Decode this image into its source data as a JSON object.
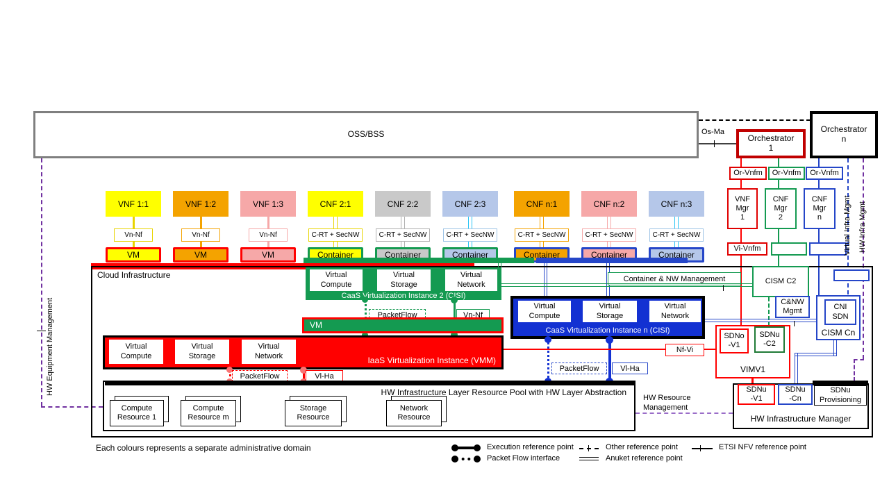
{
  "colors": {
    "red": "#FF0000",
    "dark_red": "#C00000",
    "soft_red_dot": "#F87474",
    "green": "#149A51",
    "blue": "#2546C8",
    "blue_fill": "#1331D2",
    "purple": "#7030A0",
    "gray_border": "#7F7F7F",
    "yellow": "#FFFF00",
    "orange": "#F4A300",
    "pink": "#F6A8A8",
    "gray": "#C9C9C9",
    "light_blue": "#B5C7E9",
    "cyan": "#29C5F6",
    "black": "#000000"
  },
  "oss": {
    "label": "OSS/BSS"
  },
  "top_refs": {
    "os_ma": "Os-Ma"
  },
  "orchestrators": {
    "orch1": "Orchestrator\n1",
    "orchn": "Orchestrator\nn"
  },
  "or_vnfm": {
    "r": "Or-Vnfm",
    "g": "Or-Vnfm",
    "b": "Or-Vnfm"
  },
  "managers": {
    "vnf1": "VNF\nMgr\n1",
    "cnf2": "CNF\nMgr\n2",
    "cnfn": "CNF\nMgr\nn"
  },
  "vi_vnfm": "Vi-Vnfm",
  "side_labels": {
    "hw_equipment": "HW Equipment Management",
    "virtual_infra": "Virtual Infra Mgmt",
    "hw_infra": "HW Infra Mgmt",
    "hw_resource": "HW Resource\nManagement"
  },
  "nf_columns": [
    {
      "label": "VNF 1:1",
      "ref": "Vn-Nf",
      "unit": "VM",
      "fill": "#FFFF00",
      "line": "#E8D400",
      "ref_border": "#E8D400",
      "unit_border": "#FF0000",
      "line_style": "single"
    },
    {
      "label": "VNF 1:2",
      "ref": "Vn-Nf",
      "unit": "VM",
      "fill": "#F4A300",
      "line": "#F4A300",
      "ref_border": "#F4A300",
      "unit_border": "#FF0000",
      "line_style": "single"
    },
    {
      "label": "VNF 1:3",
      "ref": "Vn-Nf",
      "unit": "VM",
      "fill": "#F6A8A8",
      "line": "#F6A8A8",
      "ref_border": "#F6A8A8",
      "unit_border": "#FF0000",
      "line_style": "single"
    },
    {
      "label": "CNF 2:1",
      "ref": "C-RT + SecNW",
      "unit": "Container",
      "fill": "#FFFF00",
      "line": "#E8D400",
      "ref_border": "#E8D400",
      "unit_border": "#149A51",
      "line_style": "double"
    },
    {
      "label": "CNF 2:2",
      "ref": "C-RT + SecNW",
      "unit": "Container",
      "fill": "#C9C9C9",
      "line": "#B0B0B0",
      "ref_border": "#B0B0B0",
      "unit_border": "#149A51",
      "line_style": "double"
    },
    {
      "label": "CNF 2:3",
      "ref": "C-RT + SecNW",
      "unit": "Container",
      "fill": "#B5C7E9",
      "line": "#29C5F6",
      "ref_border": "#9DC3E6",
      "unit_border": "#149A51",
      "line_style": "double"
    },
    {
      "label": "CNF n:1",
      "ref": "C-RT + SecNW",
      "unit": "Container",
      "fill": "#F4A300",
      "line": "#F4A300",
      "ref_border": "#F4A300",
      "unit_border": "#2546C8",
      "line_style": "double"
    },
    {
      "label": "CNF n:2",
      "ref": "C-RT + SecNW",
      "unit": "Container",
      "fill": "#F6A8A8",
      "line": "#F6A8A8",
      "ref_border": "#F6A8A8",
      "unit_border": "#2546C8",
      "line_style": "double"
    },
    {
      "label": "CNF n:3",
      "ref": "C-RT + SecNW",
      "unit": "Container",
      "fill": "#B5C7E9",
      "line": "#29C5F6",
      "ref_border": "#9DC3E6",
      "unit_border": "#2546C8",
      "line_style": "double"
    }
  ],
  "cloud": {
    "title": "Cloud  Infrastructure"
  },
  "caas2": {
    "title": "CaaS Virtualization Instance 2 (CISI)",
    "compute": "Virtual\nCompute",
    "storage": "Virtual\nStorage",
    "network": "Virtual\nNetwork",
    "packetflow": "PacketFlow",
    "vn_nf": "Vn-Nf"
  },
  "vm_bar": {
    "label": "VM"
  },
  "iaas": {
    "title": "IaaS Virtualization Instance (VMM)",
    "compute": "Virtual\nCompute",
    "storage": "Virtual\nStorage",
    "network": "Virtual\nNetwork",
    "packetflow": "PacketFlow",
    "vl_ha": "Vl-Ha"
  },
  "caasn": {
    "title": "CaaS Virtualization Instance n (CISI)",
    "compute": "Virtual\nCompute",
    "storage": "Virtual\nStorage",
    "network": "Virtual\nNetwork",
    "packetflow": "PacketFlow",
    "vl_ha": "Vl-Ha",
    "nf_vi": "Nf-Vi"
  },
  "right_stack": {
    "container_nw": "Container & NW  Management",
    "cism_c2": "CISM  C2",
    "cnw_mgmt": "C&NW\nMgmt",
    "cni_sdn": "CNI\nSDN",
    "cism_cn": "CISM  Cn",
    "sdno_v1": "SDNo\n-V1",
    "sdnu_c2": "SDNu\n-C2",
    "vimv1": "VIMV1"
  },
  "hw_pool": {
    "title": "HW Infrastructure Layer Resource Pool with HW Layer Abstraction",
    "resources": [
      {
        "label": "Compute\nResource 1"
      },
      {
        "label": "Compute\nResource m"
      },
      {
        "label": "Storage\nResource"
      },
      {
        "label": "Network\nResource"
      }
    ]
  },
  "hw_mgr": {
    "title": "HW Infrastructure Manager",
    "sdnu_v1": "SDNu\n-V1",
    "sdnu_cn": "SDNu\n-Cn",
    "sdnu_prov": "SDNu\nProvisioning"
  },
  "footer": {
    "note": "Each colours represents a separate administrative domain"
  },
  "legend": {
    "execution": "Execution reference point",
    "packet_flow": "Packet Flow interface",
    "other": "Other reference point",
    "anuket": "Anuket reference point",
    "etsi": "ETSI NFV reference point"
  }
}
